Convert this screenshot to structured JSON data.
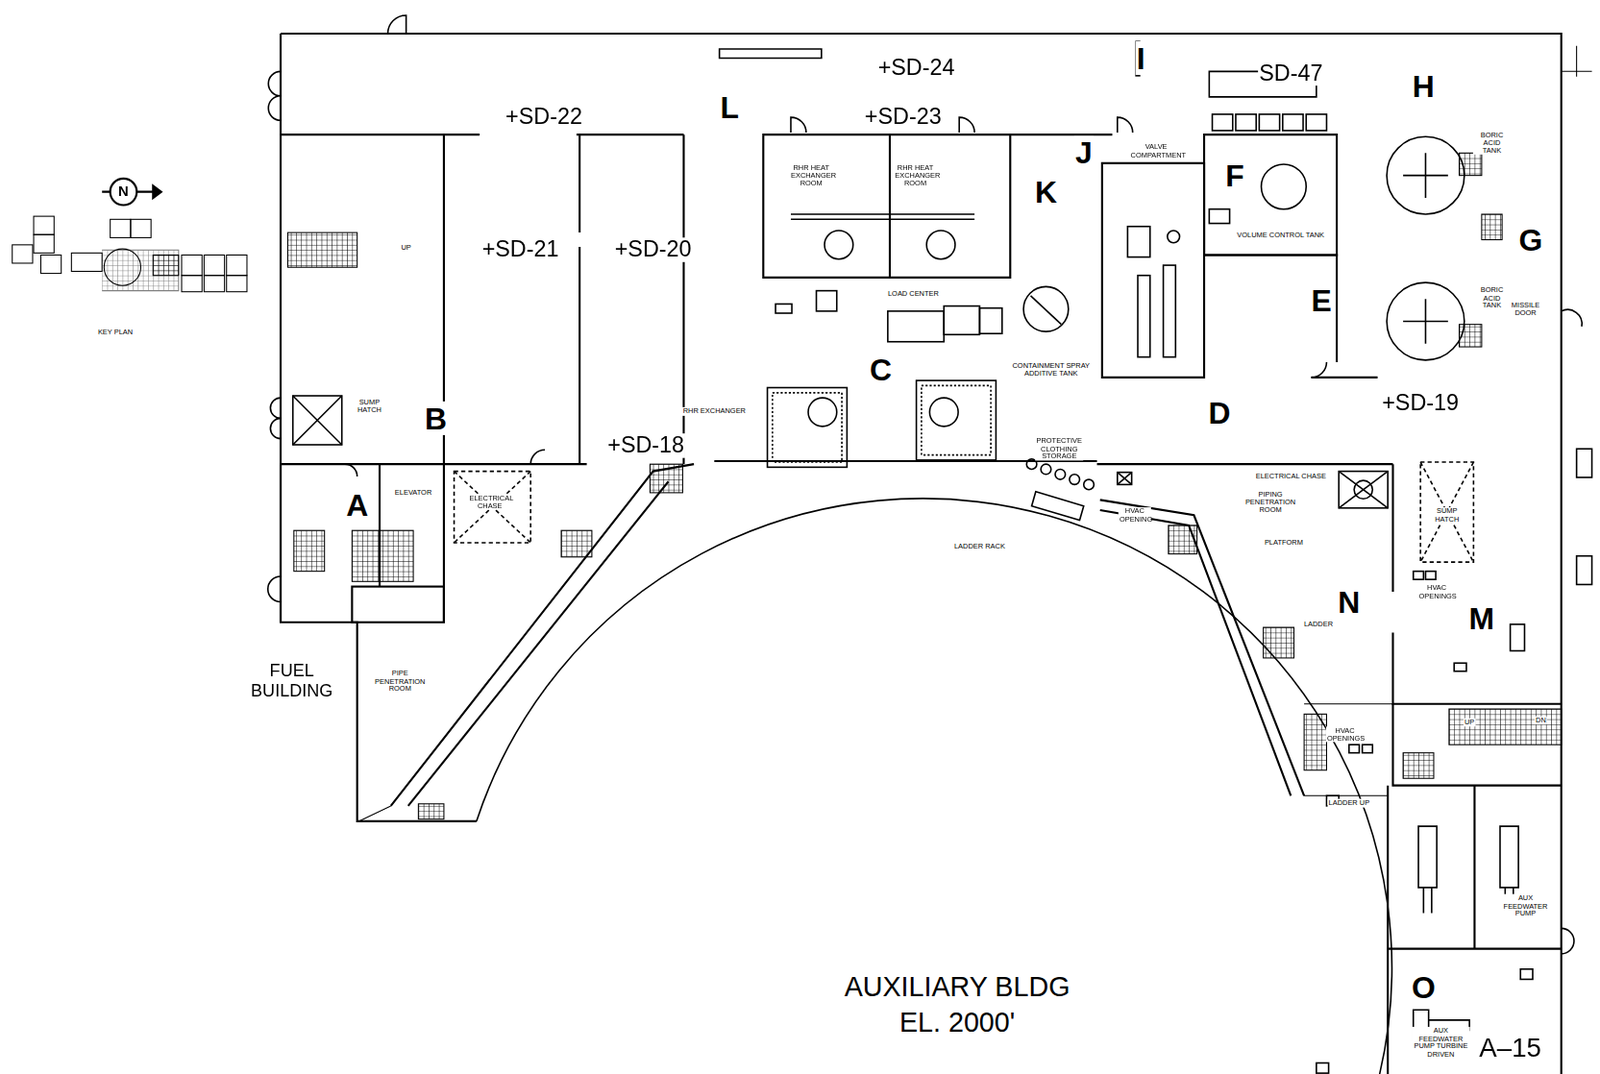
{
  "diagram": {
    "nodes": [
      {
        "text": [
          "AUXILIARY BLDG EL. 2000'"
        ]
      }
    ],
    "labels": [
      "+SD-22",
      "+SD-23",
      "+SD-24",
      "SD-47",
      "+SD-21",
      "+SD-20",
      "+SD-18",
      "+SD-19",
      "L",
      "I",
      "J",
      "K",
      "H",
      "F",
      "G",
      "E",
      "C",
      "B",
      "D",
      "A",
      "N",
      "M",
      "O",
      "A–15",
      "FUEL BUILDING",
      "N",
      "KEY PLAN",
      "ELEVATOR",
      "SUMP HATCH",
      "ELECTRICAL CHASE",
      "RHR HEAT EXCHANGER ROOM",
      "RHR HEAT EXCHANGER ROOM",
      "LOAD CENTER",
      "CONTAINMENT SPRAY ADDITIVE TANK",
      "VOLUME CONTROL TANK",
      "BORIC ACID TANK",
      "BORIC ACID TANK",
      "MISSILE DOOR",
      "PROTECTIVE CLOTHING STORAGE",
      "LADDER RACK",
      "HVAC OPENING",
      "ELECTRICAL CHASE",
      "SUMP HATCH",
      "PIPING PENETRATION ROOM",
      "PLATFORM",
      "PIPE PENETRATION ROOM",
      "LADDER",
      "HVAC OPENINGS",
      "HVAC OPENINGS",
      "AUX FEEDWATER PUMP",
      "LADDER UP",
      "UP",
      "VALVE COMPARTMENT",
      "AUX FEEDWATER PUMP TURBINE DRIVEN",
      "UP",
      "DN",
      "RHR EXCHANGER"
    ]
  }
}
